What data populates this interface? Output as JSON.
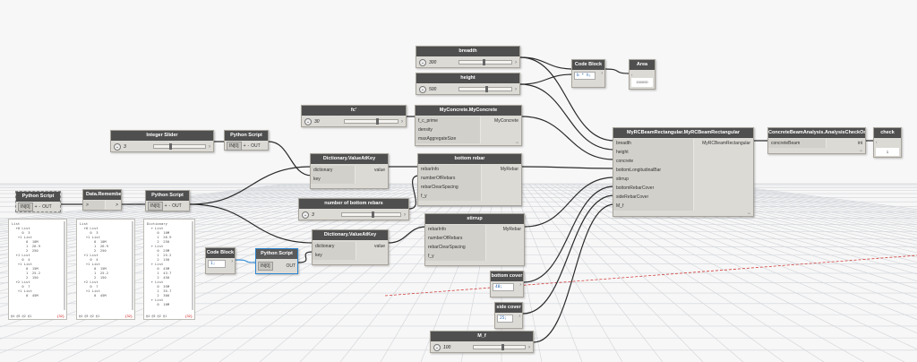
{
  "nodes": {
    "breadth": {
      "title": "breadth",
      "value": "300",
      "fraction": 0.45
    },
    "height": {
      "title": "height",
      "value": "500",
      "fraction": 0.5
    },
    "fc": {
      "title": "fc'",
      "value": "30",
      "fraction": 0.6
    },
    "integer_slider": {
      "title": "Integer Slider",
      "value": "3",
      "fraction": 0.3
    },
    "bars_slider": {
      "title": "number of bottom rebars",
      "value": "3",
      "fraction": 0.5
    },
    "mf": {
      "title": "M_f",
      "value": "100",
      "fraction": 0.55
    },
    "code_block_top": {
      "title": "Code Block",
      "code": "b * h;"
    },
    "area": {
      "title": "Area",
      "value": "150000"
    },
    "py_top": {
      "title": "Python Script",
      "in": "IN[0]",
      "plus": "+",
      "minus": "-",
      "out": "OUT"
    },
    "py_left": {
      "title": "Python Script",
      "in": "IN[0]",
      "plus": "+",
      "minus": "-",
      "out": "OUT"
    },
    "py_mid": {
      "title": "Python Script",
      "in": "IN[0]",
      "plus": "+",
      "minus": "-",
      "out": "OUT"
    },
    "py_low": {
      "title": "Python Script",
      "in": "IN[0]",
      "out": "OUT"
    },
    "data_remember": {
      "title": "Data.Remember",
      "in": ">",
      "out": ">"
    },
    "code_block_low": {
      "title": "Code Block",
      "code": "1;"
    },
    "dict1": {
      "title": "Dictionary.ValueAtKey",
      "inputs": [
        "dictionary",
        "key"
      ],
      "output": "value"
    },
    "dict2": {
      "title": "Dictionary.ValueAtKey",
      "inputs": [
        "dictionary",
        "key"
      ],
      "output": "value"
    },
    "concrete": {
      "title": "MyConcrete.MyConcrete",
      "inputs": [
        "f_c_prime",
        "density",
        "maxAggregateSize"
      ],
      "output": "MyConcrete"
    },
    "bottom_rebar": {
      "title": "bottom rebar",
      "inputs": [
        "rebarInfo",
        "numberOfRebars",
        "rebarClearSpacing",
        "f_y"
      ],
      "output": "MyRebar"
    },
    "stirrup": {
      "title": "stirrup",
      "inputs": [
        "rebarInfo",
        "numberOfRebars",
        "rebarClearSpacing",
        "f_y"
      ],
      "output": "MyRebar"
    },
    "beam": {
      "title": "MyRCBeamRectangular.MyRCBeamRectangular",
      "inputs": [
        "breadth",
        "height",
        "concrete",
        "bottomLongitudinalBar",
        "stirrup",
        "bottomRebarCover",
        "sideRebarCover",
        "M_f"
      ],
      "output": "MyRCBeamRectangular"
    },
    "analysis": {
      "title": "ConcreteBeamAnalysis.AnalysisCheckOnly",
      "inputs": [
        "concreteBeam"
      ],
      "output": "int"
    },
    "check": {
      "title": "check",
      "value": "1"
    },
    "bottom_cover": {
      "title": "bottom cover",
      "code": "40;"
    },
    "side_cover": {
      "title": "side cover",
      "code": "25;"
    }
  },
  "watch_left": {
    "lines": [
      "List",
      "  ▾0 List",
      "     0  3",
      "   ▾1 List",
      "       0  10M",
      "       1  26.9",
      "       2  250",
      "  ▾1 List",
      "     0  4",
      "   ▾1 List",
      "       0  15M",
      "       1  25.2",
      "       2  150",
      "  ▾2 List",
      "     0  7",
      "   ▾1 List",
      "       0  45M"
    ],
    "levels": "@4 @3 @2 @1",
    "count": "{32}"
  },
  "watch_mid": {
    "lines": [
      "List",
      "  ▾0 List",
      "     0  3",
      "   ▾1 List",
      "       0  10M",
      "       1  26.9",
      "       2  250",
      "  ▾1 List",
      "     0  4",
      "   ▾1 List",
      "       0  15M",
      "       1  25.2",
      "       2  150",
      "  ▾2 List",
      "     0  7",
      "   ▾1 List",
      "       0  45M"
    ],
    "levels": "@4 @3 @2 @1",
    "count": "{32}"
  },
  "watch_right": {
    "lines": [
      "Dictionary",
      "  ▾ List",
      "     0  10M",
      "     1  26.9",
      "     2  250",
      "  ▾ List",
      "     0  25M",
      "     1  25.2",
      "     2  150",
      "  ▾ List",
      "     0  45M",
      "     1  43.7",
      "     2  450",
      "  ▾ List",
      "     0  35M",
      "     1  35.7",
      "     2  300",
      "  ▾ List",
      "     0  10M"
    ],
    "levels": "@4 @3 @2 @1",
    "count": "{32}"
  },
  "colors": {
    "wire": "#2b2b2b",
    "wire_selected": "#3a8fd6",
    "header": "#4f4f4f",
    "grid": "#d0d3d8",
    "axis": "#d23c3c"
  }
}
